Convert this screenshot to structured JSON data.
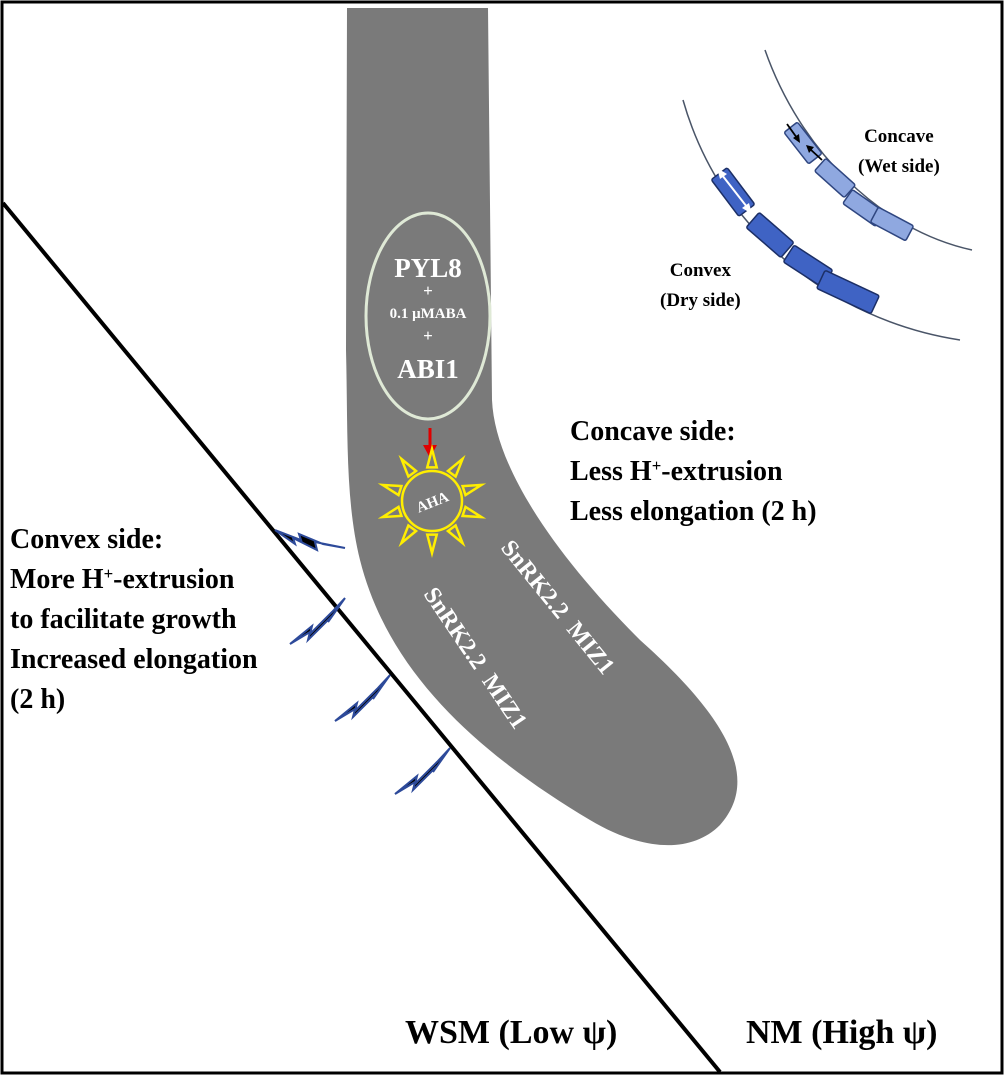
{
  "complex": {
    "line1": "PYL8",
    "plus1": "+",
    "line2": "0.1 μMABA",
    "plus2": "+",
    "line3": "ABI1"
  },
  "pump_label": "AHA",
  "gene_labels": {
    "outer": "SnRK2.2  MIZ1",
    "inner": "SnRK2.2  MIZ1"
  },
  "concave_text": {
    "title": "Concave side:",
    "line2_pre": "Less H",
    "line2_sup": "+",
    "line2_post": "-extrusion",
    "line3": "Less elongation (2 h)"
  },
  "convex_text": {
    "title": "Convex side:",
    "line2_pre": "More H",
    "line2_sup": "+",
    "line2_post": "-extrusion",
    "line3": "to facilitate growth",
    "line4": "Increased elongation",
    "line5": "(2 h)"
  },
  "inset": {
    "concave_title": "Concave",
    "concave_sub": "(Wet side)",
    "convex_title": "Convex",
    "convex_sub": "(Dry side)"
  },
  "media": {
    "left": "WSM (Low ψ)",
    "right": "NM (High ψ)"
  },
  "colors": {
    "root": "#7a7a7a",
    "complex_outline": "#dfe9d6",
    "pump_glow": "#ffee00",
    "signal_arrow": "#e00000",
    "convex_cells": "#3f63c4",
    "concave_cells": "#8fa8e0",
    "boundary": "#000000"
  }
}
